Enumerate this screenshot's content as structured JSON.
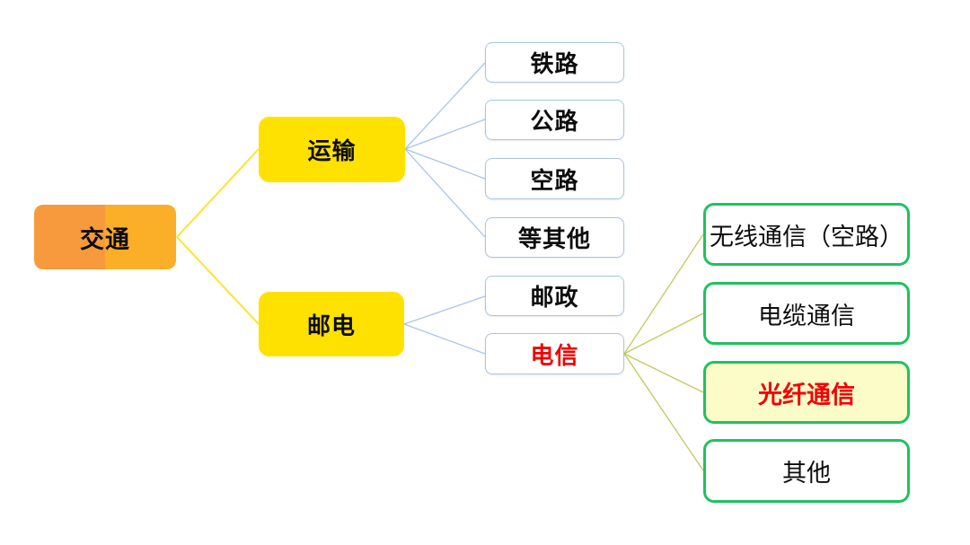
{
  "tree": {
    "label": "交通",
    "children": [
      {
        "label": "运输",
        "children": [
          {
            "label": "铁路"
          },
          {
            "label": "公路"
          },
          {
            "label": "空路"
          },
          {
            "label": "等其他"
          }
        ]
      },
      {
        "label": "邮电",
        "children": [
          {
            "label": "邮政"
          },
          {
            "label": "电信",
            "highlighted": true,
            "children": [
              {
                "label": "无线通信（空路）"
              },
              {
                "label": "电缆通信"
              },
              {
                "label": "光纤通信",
                "highlighted": true
              },
              {
                "label": "其他"
              }
            ]
          }
        ]
      }
    ]
  },
  "colors": {
    "root_fill_left": "#F79A3D",
    "root_fill_right": "#FBAE27",
    "category_fill": "#FFE100",
    "leaf_border_blue": "#A9C5E8",
    "leaf_border_green": "#1FC25F",
    "highlight_fill": "#FCFCC9",
    "highlight_text": "#F40000",
    "connector_yellow": "#FFE32A",
    "connector_blue": "#A9C5E8",
    "connector_olive": "#C3C95B",
    "text": "#0d0d0d"
  }
}
